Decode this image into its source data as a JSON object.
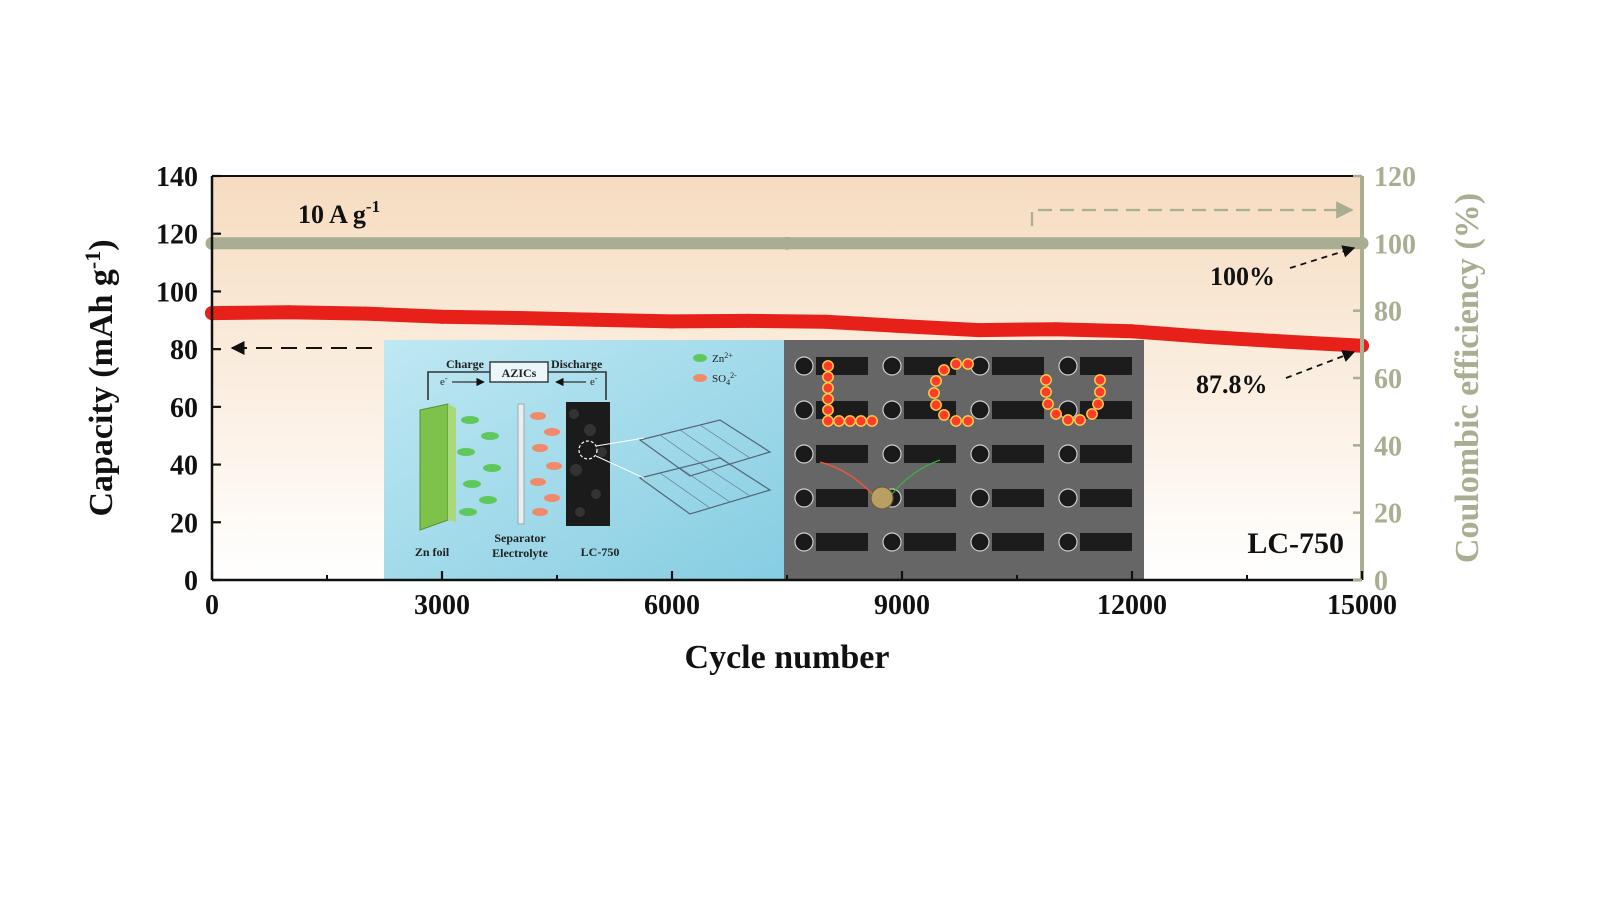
{
  "chart_data": {
    "type": "line",
    "xlabel": "Cycle number",
    "ylabel_left": "Capacity (mAh g",
    "ylabel_left_sup": "-1",
    "ylabel_left_close": ")",
    "ylabel_right": "Coulombic efficiency (%)",
    "xlim": [
      0,
      15000
    ],
    "ylim_left": [
      0,
      140
    ],
    "ylim_right": [
      0,
      120
    ],
    "x_ticks": [
      "0",
      "3000",
      "6000",
      "9000",
      "12000",
      "15000"
    ],
    "y_left_ticks": [
      "0",
      "20",
      "40",
      "60",
      "80",
      "100",
      "120",
      "140"
    ],
    "y_right_ticks": [
      "0",
      "20",
      "40",
      "60",
      "80",
      "100",
      "120"
    ],
    "series": [
      {
        "name": "Capacity",
        "axis": "left",
        "color": "#e8201a",
        "x": [
          0,
          1000,
          2000,
          3000,
          4000,
          5000,
          6000,
          7000,
          8000,
          9000,
          10000,
          11000,
          12000,
          13000,
          14000,
          15000
        ],
        "y": [
          92.5,
          92.8,
          92.3,
          91.2,
          90.8,
          90.2,
          89.6,
          89.8,
          89.5,
          88.0,
          86.6,
          86.9,
          86.2,
          84.2,
          82.6,
          81.2
        ]
      },
      {
        "name": "Coulombic efficiency",
        "axis": "right",
        "color": "#a9ad91",
        "x": [
          0,
          7500,
          15000
        ],
        "y": [
          100,
          100,
          100
        ]
      }
    ],
    "annotations": {
      "rate_text": "10 A g",
      "rate_sup": "-1",
      "ce_label": "100%",
      "retention_label": "87.8%",
      "sample_label": "LC-750"
    },
    "background_gradient": [
      "#f6dcc0",
      "#ffffff"
    ]
  },
  "inset": {
    "schematic": {
      "title": "AZICs",
      "charge": "Charge",
      "discharge": "Discharge",
      "electron": "e",
      "electron_sup": "-",
      "zn_ion": "Zn",
      "zn_sup": "2+",
      "so4_ion": "SO",
      "so4_sub": "4",
      "so4_sup": "2-",
      "anode": "Zn foil",
      "separator": "Separator",
      "electrolyte": "Electrolyte",
      "cathode": "LC-750"
    },
    "photo": {
      "led_text": [
        "L",
        "C",
        "U"
      ],
      "led_color": "#ff3b2a",
      "logo_grid_rows": 5,
      "logo_grid_cols": 4
    }
  }
}
